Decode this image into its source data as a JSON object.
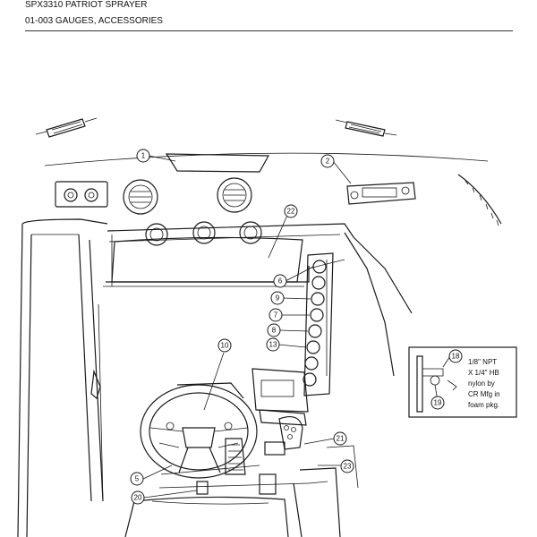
{
  "header": {
    "title": "SPX3310 PATRIOT SPRAYER",
    "section": "01-003 GAUGES, ACCESSORIES"
  },
  "callouts": [
    "1",
    "2",
    "22",
    "6",
    "9",
    "7",
    "8",
    "13",
    "10",
    "18",
    "19",
    "21",
    "23",
    "5",
    "20"
  ],
  "inset_note": [
    "1/8\" NPT",
    "X 1/4\" HB",
    "nylon by",
    "CR Mfg in",
    "foam pkg."
  ]
}
